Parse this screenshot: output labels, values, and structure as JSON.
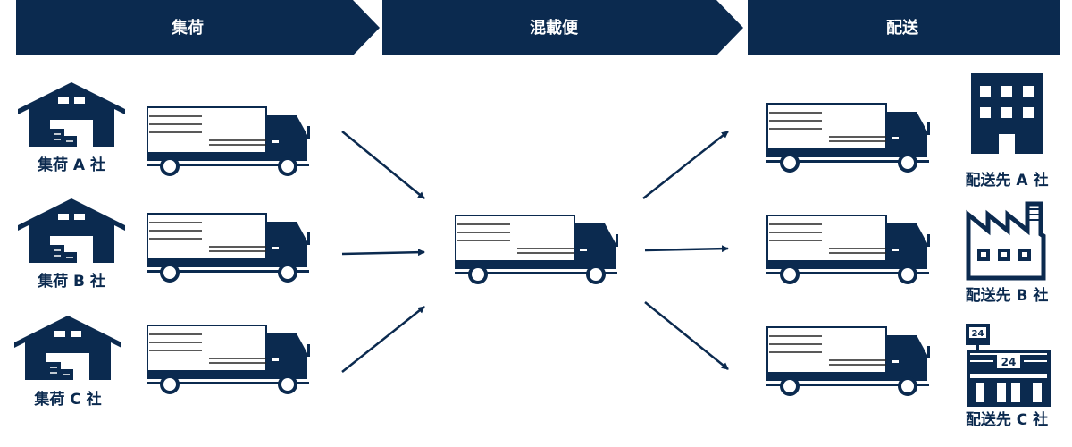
{
  "colors": {
    "primary": "#0b2a4f",
    "background": "#ffffff"
  },
  "headers": [
    "集荷",
    "混載便",
    "配送"
  ],
  "pickup": [
    {
      "label": "集荷 A 社",
      "icon": "warehouse-icon"
    },
    {
      "label": "集荷 B 社",
      "icon": "warehouse-icon"
    },
    {
      "label": "集荷 C 社",
      "icon": "warehouse-icon"
    }
  ],
  "delivery": [
    {
      "label": "配送先 A 社",
      "icon": "office-building-icon"
    },
    {
      "label": "配送先 B 社",
      "icon": "factory-icon"
    },
    {
      "label": "配送先 C 社",
      "icon": "convenience-store-icon",
      "sign": "24"
    }
  ]
}
